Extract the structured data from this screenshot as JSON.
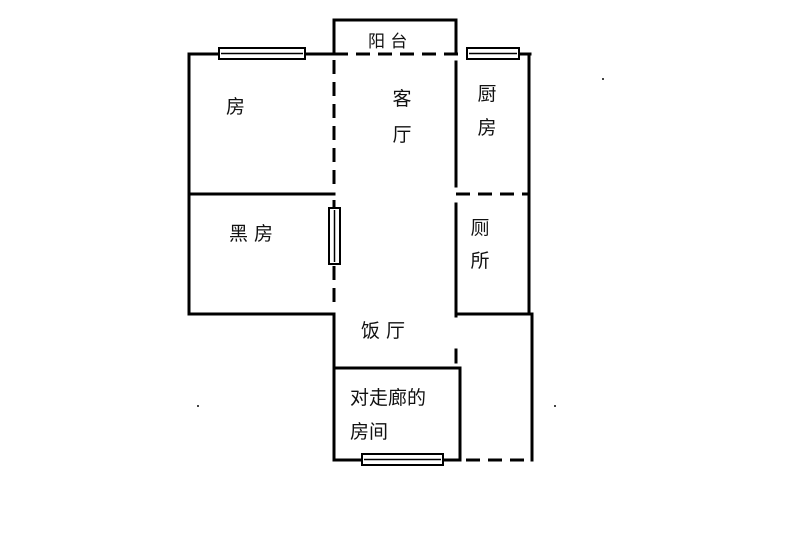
{
  "rooms": {
    "balcony": "阳 台",
    "bedroom": "房",
    "living_1": "客",
    "living_2": "厅",
    "kitchen_1": "厨",
    "kitchen_2": "房",
    "dark_room": "黑 房",
    "toilet_1": "厕",
    "toilet_2": "所",
    "dining": "饭 厅",
    "opposite_room_1": "对走廊的",
    "opposite_room_2": "房间"
  }
}
